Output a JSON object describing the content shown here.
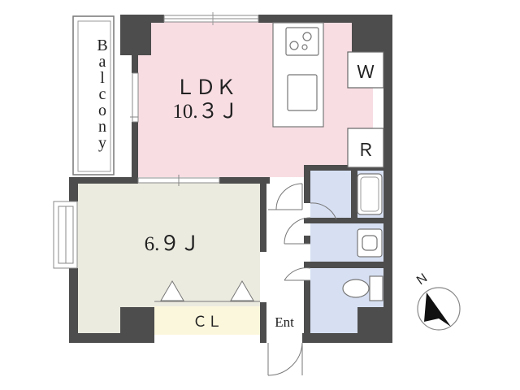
{
  "rooms": {
    "ldk": {
      "name": "ＬＤＫ",
      "size": "10.３Ｊ",
      "fill": "#f8dde3"
    },
    "bedroom": {
      "size": "6.９Ｊ",
      "fill": "#ecebe0"
    },
    "closet": {
      "name": "ＣＬ",
      "fill": "#fbf7dc"
    },
    "balcony": {
      "name": "Balcony"
    },
    "washer": {
      "name": "Ｗ"
    },
    "fridge": {
      "name": "Ｒ"
    },
    "entrance": {
      "name": "Ent"
    },
    "wet_fill": "#d7e0f3"
  },
  "compass": {
    "label": "Ｎ"
  },
  "colors": {
    "wall": "#4d4d4d",
    "line": "#555555"
  }
}
